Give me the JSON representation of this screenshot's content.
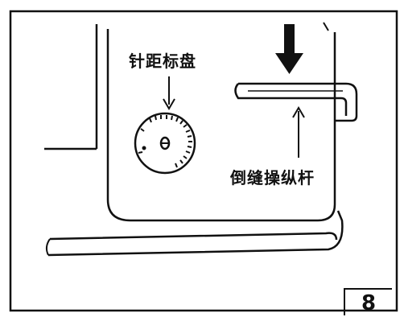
{
  "figure": {
    "labels": {
      "stitch_length_dial": "针距标盘",
      "reverse_lever": "倒缝操纵杆"
    },
    "figure_number": "8"
  },
  "icons": {
    "push_down_arrow": "bold-down-arrow-icon",
    "dial_pointer": "down-arrow-icon",
    "lever_pointer": "up-arrow-icon"
  },
  "colors": {
    "ink": "#111111",
    "paper": "#ffffff"
  }
}
